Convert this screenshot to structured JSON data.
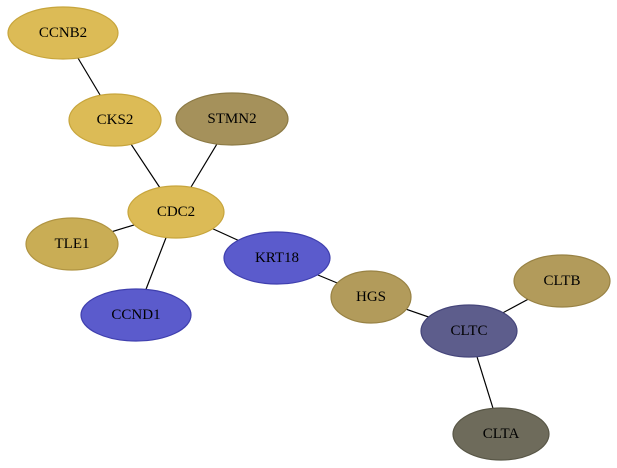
{
  "nodes": [
    {
      "id": "CCNB2",
      "label": "CCNB2",
      "fill": "#dcbb56",
      "stroke": "#c7a53c"
    },
    {
      "id": "CKS2",
      "label": "CKS2",
      "fill": "#dcbb56",
      "stroke": "#c7a53c"
    },
    {
      "id": "STMN2",
      "label": "STMN2",
      "fill": "#a5915b",
      "stroke": "#8c7a45"
    },
    {
      "id": "CDC2",
      "label": "CDC2",
      "fill": "#dcbb56",
      "stroke": "#c7a53c"
    },
    {
      "id": "TLE1",
      "label": "TLE1",
      "fill": "#c9ad55",
      "stroke": "#b09442"
    },
    {
      "id": "KRT18",
      "label": "KRT18",
      "fill": "#5b5bcc",
      "stroke": "#3f3fae"
    },
    {
      "id": "CCND1",
      "label": "CCND1",
      "fill": "#5b5bcc",
      "stroke": "#3f3fae"
    },
    {
      "id": "HGS",
      "label": "HGS",
      "fill": "#b29b5b",
      "stroke": "#988244"
    },
    {
      "id": "CLTB",
      "label": "CLTB",
      "fill": "#b29b5b",
      "stroke": "#988244"
    },
    {
      "id": "CLTC",
      "label": "CLTC",
      "fill": "#5d5d8c",
      "stroke": "#45457a"
    },
    {
      "id": "CLTA",
      "label": "CLTA",
      "fill": "#6e6b5b",
      "stroke": "#585646"
    }
  ],
  "edges": [
    {
      "source": "CCNB2",
      "target": "CKS2"
    },
    {
      "source": "CKS2",
      "target": "CDC2"
    },
    {
      "source": "STMN2",
      "target": "CDC2"
    },
    {
      "source": "CDC2",
      "target": "TLE1"
    },
    {
      "source": "CDC2",
      "target": "KRT18"
    },
    {
      "source": "CDC2",
      "target": "CCND1"
    },
    {
      "source": "KRT18",
      "target": "HGS"
    },
    {
      "source": "HGS",
      "target": "CLTC"
    },
    {
      "source": "CLTC",
      "target": "CLTB"
    },
    {
      "source": "CLTC",
      "target": "CLTA"
    }
  ]
}
